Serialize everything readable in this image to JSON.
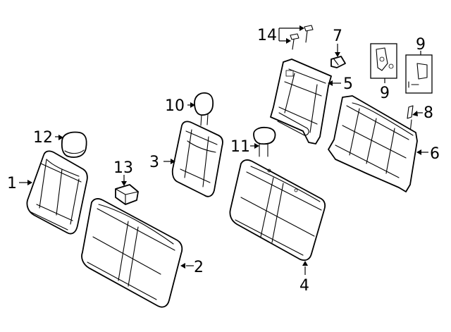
{
  "callouts": {
    "c1": "1",
    "c2": "2",
    "c3": "3",
    "c4": "4",
    "c5": "5",
    "c6": "6",
    "c7": "7",
    "c8": "8",
    "c9a": "9",
    "c9b": "9",
    "c10": "10",
    "c11": "11",
    "c12": "12",
    "c13": "13",
    "c14": "14"
  },
  "colors": {
    "line": "#000000",
    "background": "#ffffff"
  }
}
